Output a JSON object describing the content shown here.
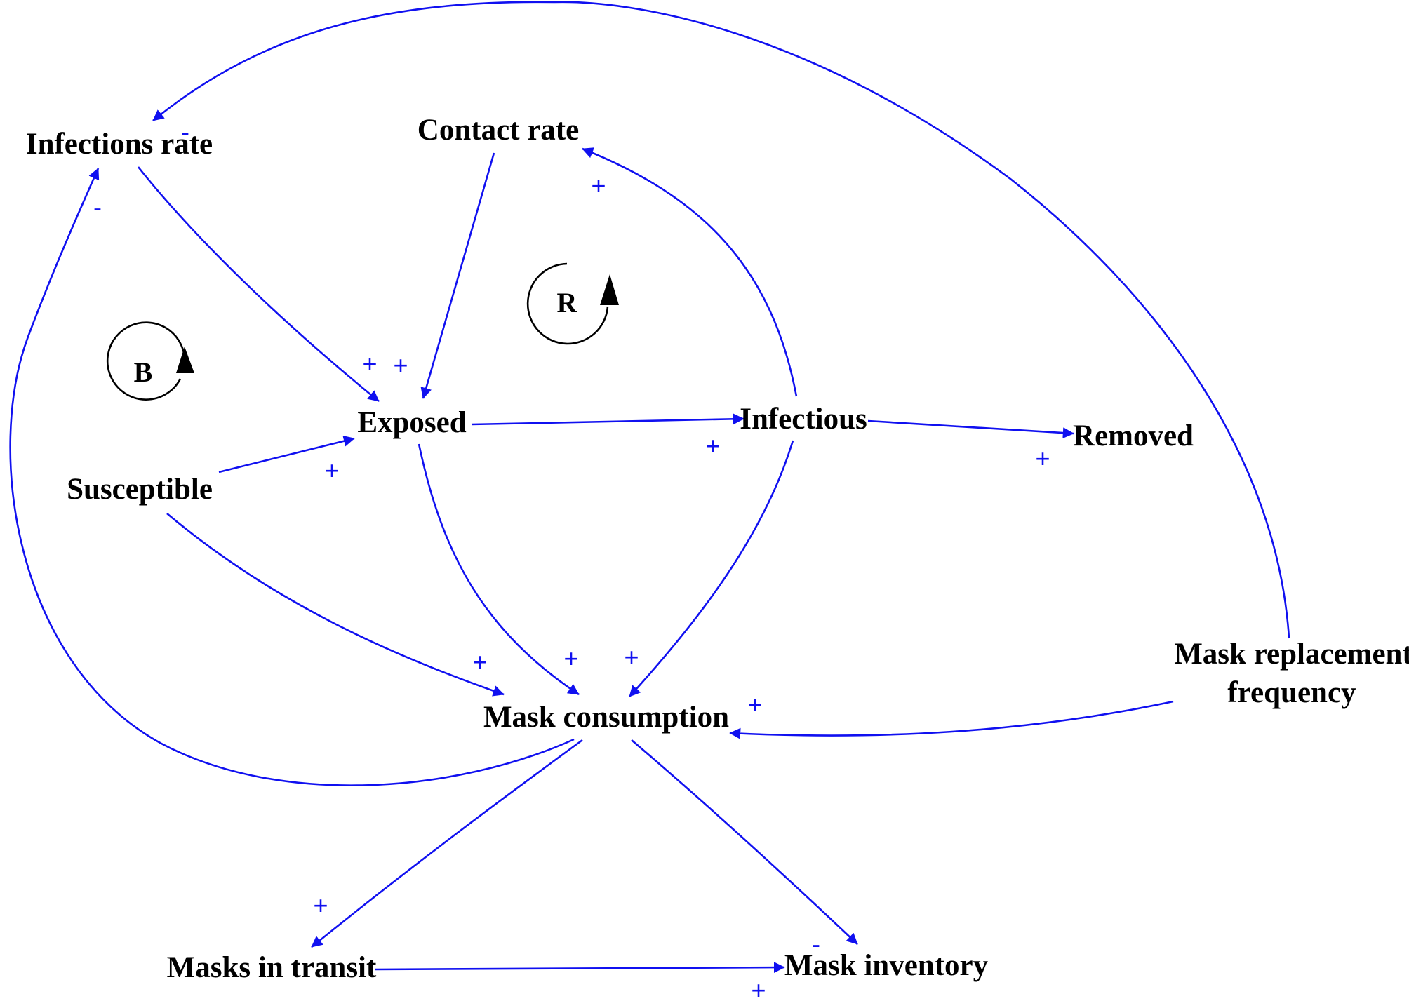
{
  "nodes": [
    {
      "id": "infections_rate",
      "label": "Infections rate"
    },
    {
      "id": "contact_rate",
      "label": "Contact rate"
    },
    {
      "id": "exposed",
      "label": "Exposed"
    },
    {
      "id": "infectious",
      "label": "Infectious"
    },
    {
      "id": "removed",
      "label": "Removed"
    },
    {
      "id": "susceptible",
      "label": "Susceptible"
    },
    {
      "id": "mask_consumption",
      "label": "Mask consumption"
    },
    {
      "id": "mask_replacement_line1",
      "label": "Mask replacement"
    },
    {
      "id": "mask_replacement_line2",
      "label": "frequency"
    },
    {
      "id": "masks_in_transit",
      "label": "Masks in transit"
    },
    {
      "id": "mask_inventory",
      "label": "Mask inventory"
    }
  ],
  "loops": [
    {
      "id": "loop_b",
      "label": "B"
    },
    {
      "id": "loop_r",
      "label": "R"
    }
  ],
  "links": [
    {
      "id": "infections_rate_to_exposed",
      "from": "Infections rate",
      "to": "Exposed",
      "polarity": "+"
    },
    {
      "id": "contact_rate_to_exposed",
      "from": "Contact rate",
      "to": "Exposed",
      "polarity": "+"
    },
    {
      "id": "susceptible_to_exposed",
      "from": "Susceptible",
      "to": "Exposed",
      "polarity": "+"
    },
    {
      "id": "exposed_to_infectious",
      "from": "Exposed",
      "to": "Infectious",
      "polarity": "+"
    },
    {
      "id": "infectious_to_removed",
      "from": "Infectious",
      "to": "Removed",
      "polarity": "+"
    },
    {
      "id": "infectious_to_contact_rate",
      "from": "Infectious",
      "to": "Contact rate",
      "polarity": "+"
    },
    {
      "id": "susceptible_to_mask_consumption",
      "from": "Susceptible",
      "to": "Mask consumption",
      "polarity": "+"
    },
    {
      "id": "exposed_to_mask_consumption",
      "from": "Exposed",
      "to": "Mask consumption",
      "polarity": "+"
    },
    {
      "id": "infectious_to_mask_consumption",
      "from": "Infectious",
      "to": "Mask consumption",
      "polarity": "+"
    },
    {
      "id": "replacement_to_mask_consumption",
      "from": "Mask replacement frequency",
      "to": "Mask consumption",
      "polarity": "+"
    },
    {
      "id": "mask_consumption_to_infections_rate",
      "from": "Mask consumption",
      "to": "Infections rate",
      "polarity": "-"
    },
    {
      "id": "replacement_to_infections_rate",
      "from": "Mask replacement frequency",
      "to": "Infections rate",
      "polarity": "-"
    },
    {
      "id": "mask_consumption_to_masks_in_transit",
      "from": "Mask consumption",
      "to": "Masks in transit",
      "polarity": "+"
    },
    {
      "id": "mask_consumption_to_mask_inventory",
      "from": "Mask consumption",
      "to": "Mask inventory",
      "polarity": "-"
    },
    {
      "id": "masks_in_transit_to_mask_inventory",
      "from": "Masks in transit",
      "to": "Mask inventory",
      "polarity": "+"
    }
  ],
  "colors": {
    "link": "#1010f0",
    "polarity": "#1010f0",
    "node_text": "#000000",
    "loop": "#000000",
    "background": "#ffffff"
  }
}
